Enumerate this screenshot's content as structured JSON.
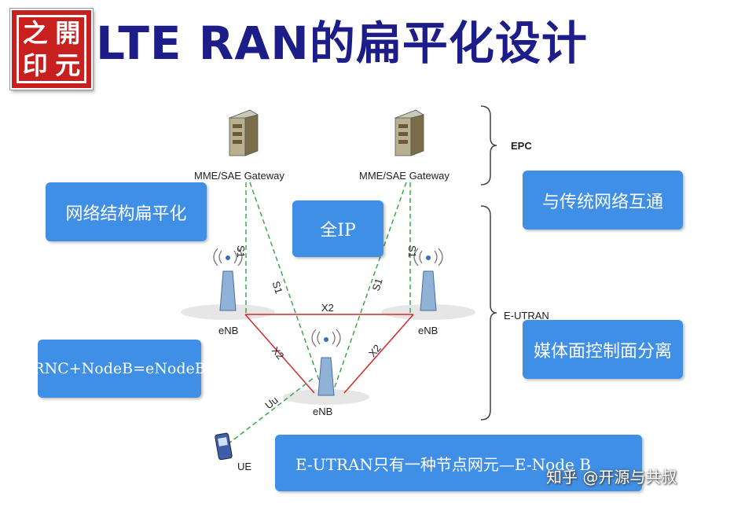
{
  "logo": {
    "chars": [
      "之",
      "開",
      "印",
      "元"
    ]
  },
  "title": "LTE RAN的扁平化设计",
  "boxes": {
    "flat": "网络结构扁平化",
    "allip": "全IP",
    "interop": "与传统网络互通",
    "rnc": "RNC+NodeB=eNodeB",
    "separation": "媒体面控制面分离",
    "single": "E-UTRAN只有一种节点网元—E-Node B"
  },
  "labels": {
    "gw_left": "MME/SAE Gateway",
    "gw_right": "MME/SAE Gateway",
    "epc": "EPC",
    "eutran": "E-UTRAN",
    "enb_left": "eNB",
    "enb_right": "eNB",
    "enb_bottom": "eNB",
    "ue": "UE",
    "s1": "S1",
    "x2": "X2",
    "uu": "Uu"
  },
  "watermark": "知乎 @开源与共叔",
  "colors": {
    "box": "#3f8fe6",
    "title": "#1d1d8a",
    "logo": "#c8201e",
    "s1_line": "#3aa84a",
    "x2_line": "#d42a2a",
    "uu_line": "#3aa84a"
  }
}
